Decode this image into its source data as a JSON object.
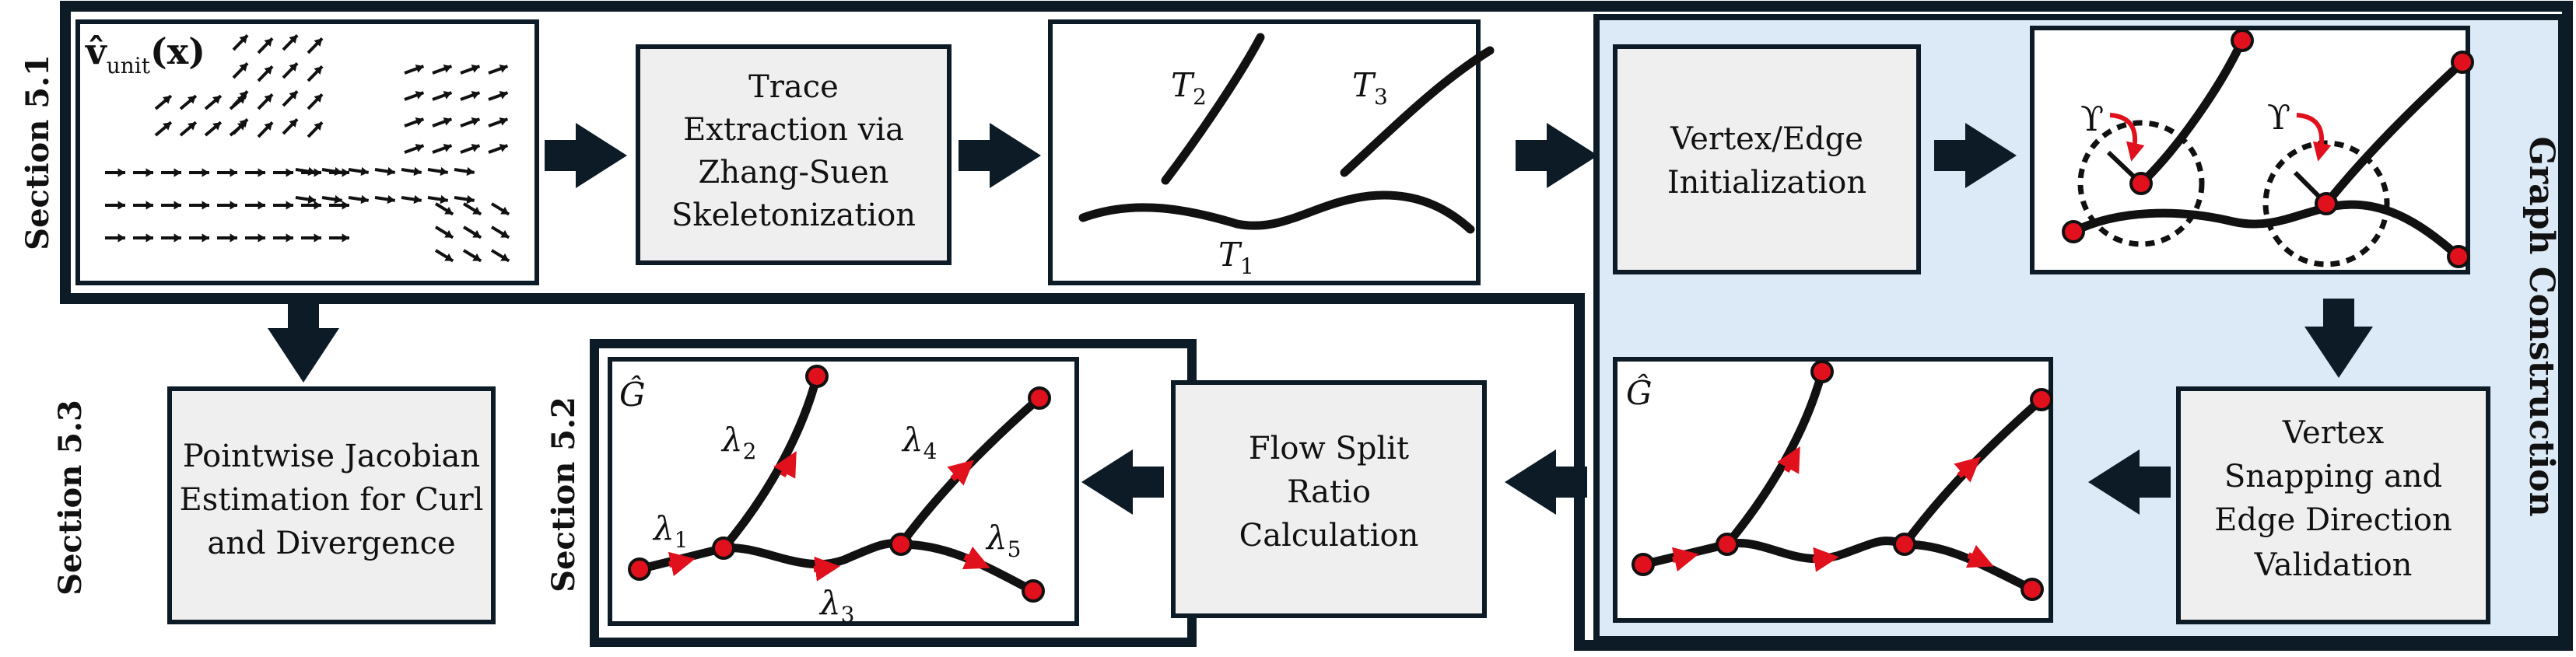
{
  "section_labels": {
    "s51": "Section 5.1",
    "s52": "Section 5.2",
    "s53": "Section 5.3",
    "graph_construction": "Graph Construction"
  },
  "boxes": {
    "trace": [
      "Trace",
      "Extraction via",
      "Zhang-Suen",
      "Skeletonization"
    ],
    "vertex_edge_init": [
      "Vertex/Edge",
      "Initialization"
    ],
    "snapping": [
      "Vertex",
      "Snapping and",
      "Edge Direction",
      "Validation"
    ],
    "flow_split": [
      "Flow Split",
      "Ratio",
      "Calculation"
    ],
    "jacobian": [
      "Pointwise Jacobian",
      "Estimation for Curl",
      "and Divergence"
    ]
  },
  "math": {
    "vfield_v": "v̂",
    "vfield_sub": "unit",
    "vfield_arg": "(x)",
    "T1": "T",
    "T1_sub": "1",
    "T2": "T",
    "T2_sub": "2",
    "T3": "T",
    "T3_sub": "3",
    "ghat": "Ĝ",
    "upsilon": "ϒ",
    "lambda": "λ",
    "l1": "1",
    "l2": "2",
    "l3": "3",
    "l4": "4",
    "l5": "5"
  },
  "colors": {
    "frame_fill": "#dce9f6",
    "box_fill": "#efefef",
    "node": "#e0101c",
    "arrow_red": "#e0101c",
    "ink": "#0d1b26"
  }
}
